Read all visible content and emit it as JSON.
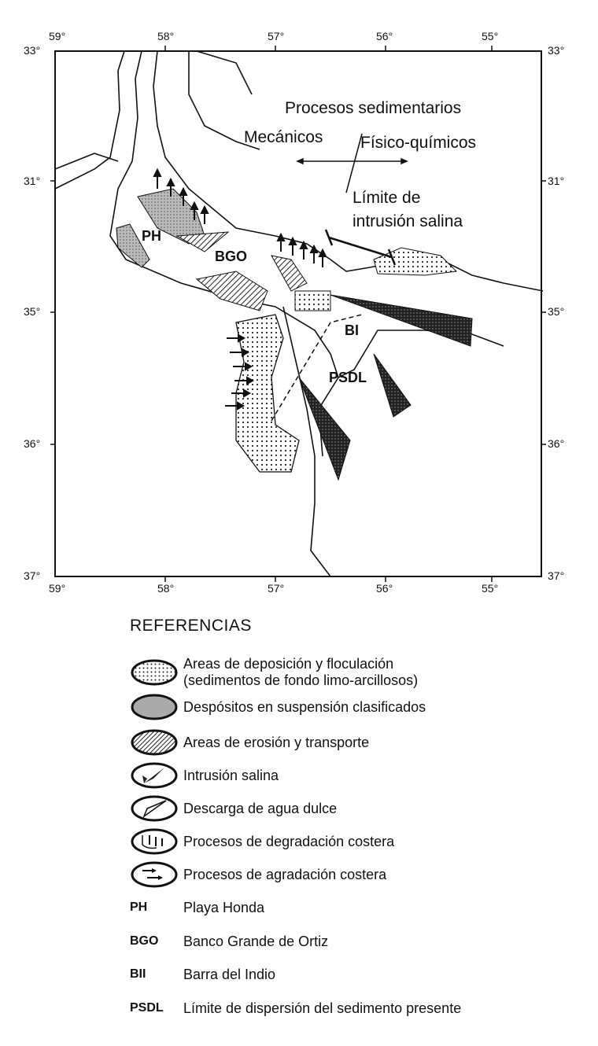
{
  "axes": {
    "top_lon": [
      "59°",
      "58°",
      "57°",
      "56°",
      "55°"
    ],
    "bottom_lon": [
      "59°",
      "58°",
      "57°",
      "56°",
      "55°"
    ],
    "left_lat": [
      "33°",
      "31°",
      "35°",
      "36°",
      "37°"
    ],
    "right_lat": [
      "33°",
      "31°",
      "35°",
      "36°",
      "37°"
    ]
  },
  "map_labels": {
    "title": "Procesos sedimentarios",
    "mechanical": "Mecánicos",
    "physchem": "Físico-químicos",
    "salinity_limit_1": "Límite de",
    "salinity_limit_2": "intrusión salina",
    "ph": "PH",
    "bgo": "BGO",
    "bi": "BI",
    "psdl": "PSDL"
  },
  "legend": {
    "title": "REFERENCIAS",
    "items": [
      {
        "symbol": "dotted-area",
        "text": "Areas de deposición y floculación",
        "text2": "(sedimentos de fondo limo-arcillosos)"
      },
      {
        "symbol": "stippled-area",
        "text": "Despósitos en suspensión clasificados"
      },
      {
        "symbol": "hatched-area",
        "text": "Areas de erosión y transporte"
      },
      {
        "symbol": "salt-wedge",
        "text": "Intrusión salina"
      },
      {
        "symbol": "freshwater-wedge",
        "text": "Descarga de agua dulce"
      },
      {
        "symbol": "degradation-arrows",
        "text": "Procesos de degradación costera"
      },
      {
        "symbol": "aggradation-arrows",
        "text": "Procesos de agradación costera"
      },
      {
        "abbr": "PH",
        "text": "Playa Honda"
      },
      {
        "abbr": "BGO",
        "text": "Banco Grande de Ortiz"
      },
      {
        "abbr": "BII",
        "text": "Barra del Indio"
      },
      {
        "abbr": "PSDL",
        "text": "Límite de dispersión del sedimento presente"
      }
    ]
  }
}
